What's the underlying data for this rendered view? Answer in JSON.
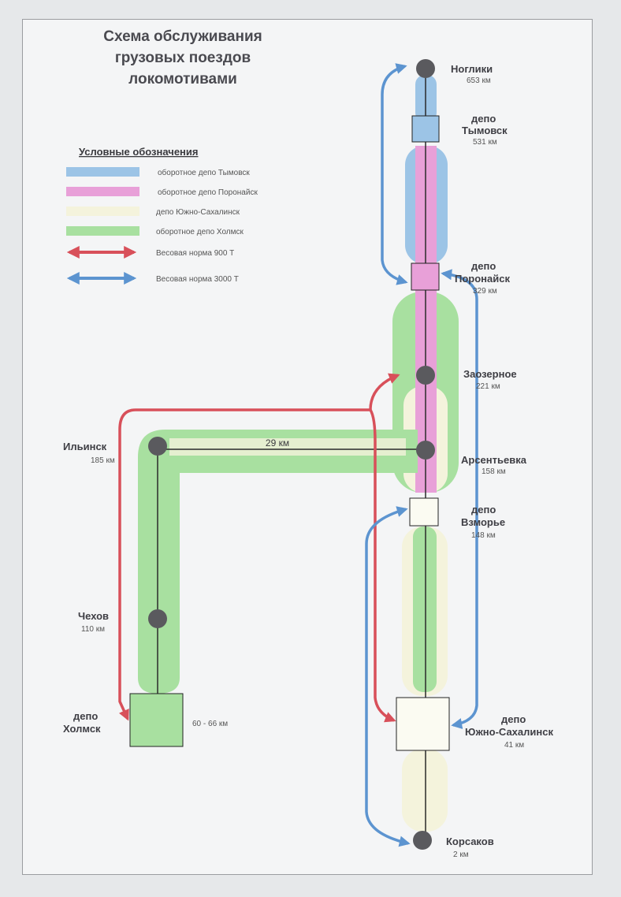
{
  "title": [
    "Схема  обслуживания",
    "грузовых поездов",
    "локомотивами"
  ],
  "legend": {
    "heading": "Условные обозначения",
    "items": [
      {
        "label": "оборотное депо Тымовск",
        "color": "#9cc4e6"
      },
      {
        "label": "оборотное депо Поронайск",
        "color": "#e8a0d8"
      },
      {
        "label": "депо Южно-Сахалинск",
        "color": "#f4f3dc"
      },
      {
        "label": "оборотное депо Холмск",
        "color": "#a8e0a0"
      },
      {
        "label": "Весовая норма 900 Т",
        "color": "#d8505a"
      },
      {
        "label": "Весовая норма 3000 Т",
        "color": "#5c94d0"
      }
    ]
  },
  "stations": {
    "nogliki": {
      "name": "Ноглики",
      "km": "653 км"
    },
    "tymovsk": {
      "prefix": "депо",
      "name": "Тымовск",
      "km": "531 км"
    },
    "poronaysk": {
      "prefix": "депо",
      "name": "Поронайск",
      "km": "329 км"
    },
    "zaozernoe": {
      "name": "Заозерное",
      "km": "221 км"
    },
    "arsentyevka": {
      "name": "Арсентьевка",
      "km": "158 км"
    },
    "vzmorye": {
      "prefix": "депо",
      "name": "Взморье",
      "km": "148 км"
    },
    "yuzhno": {
      "prefix": "депо",
      "name": "Южно-Сахалинск",
      "km": "41 км"
    },
    "korsakov": {
      "name": "Корсаков",
      "km": "2 км"
    },
    "ilyinsk": {
      "name": "Ильинск",
      "km": "185 км"
    },
    "chekhov": {
      "name": "Чехов",
      "km": "110 км"
    },
    "kholmsk": {
      "prefix": "депо",
      "name": "Холмск",
      "km": "60 - 66 км"
    }
  },
  "link_label": "29 км"
}
